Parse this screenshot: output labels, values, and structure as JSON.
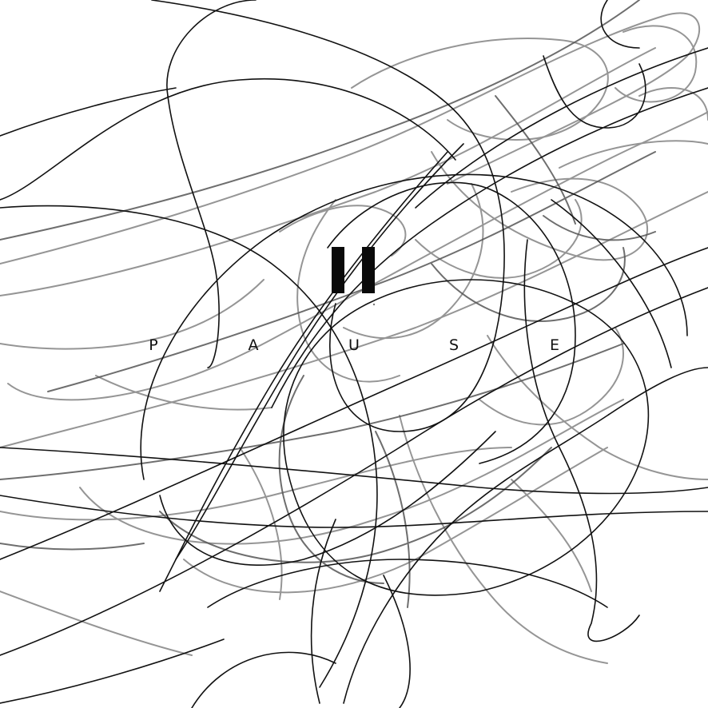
{
  "game": {
    "state": "paused",
    "background_color": "#ffffff",
    "stroke_colors": {
      "dark": "#111111",
      "medium": "#555555",
      "light": "#8a8a8a"
    },
    "pause_icon": "pause-icon",
    "pause_icon_color": "#0a0a0a",
    "pause_letters": [
      "P",
      "A",
      "U",
      "S",
      "E"
    ]
  }
}
